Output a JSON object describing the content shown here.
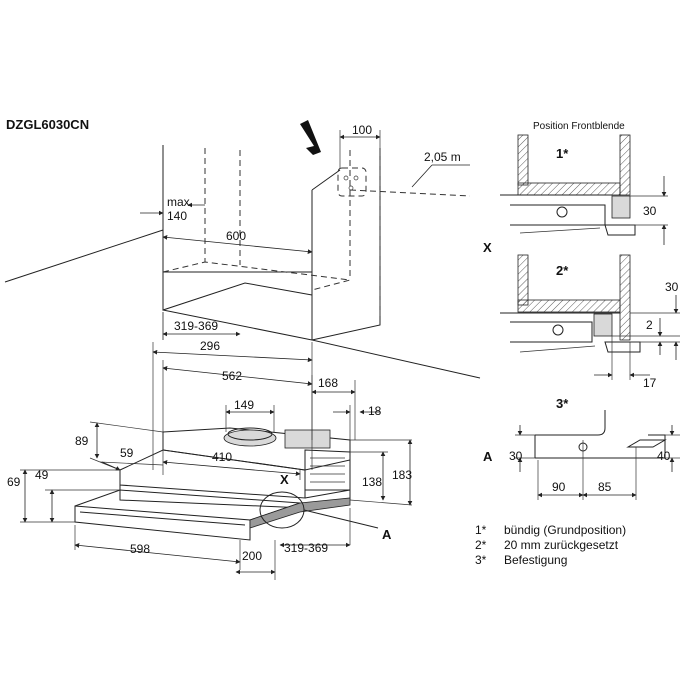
{
  "title": "DZGL6030CN",
  "position_heading": "Position Frontblende",
  "markers": {
    "x": "X",
    "a": "A",
    "p1": "1*",
    "p2": "2*",
    "p3": "3*"
  },
  "room": {
    "dim_100": "100",
    "dim_205": "2,05 m",
    "dim_max": "max.",
    "dim_140": "140",
    "dim_600": "600",
    "dim_319_369_top": "319-369"
  },
  "unit": {
    "dim_296": "296",
    "dim_562": "562",
    "dim_168": "168",
    "dim_149": "149",
    "dim_18": "18",
    "dim_89": "89",
    "dim_59": "59",
    "dim_410": "410",
    "dim_183": "183",
    "dim_138": "138",
    "dim_69": "69",
    "dim_49": "49",
    "dim_598": "598",
    "dim_200": "200",
    "dim_319_369_bottom": "319-369"
  },
  "detail1": {
    "dim_30": "30"
  },
  "detail2": {
    "dim_30": "30",
    "dim_2": "2",
    "dim_17": "17"
  },
  "detail3": {
    "dim_30_left": "30",
    "dim_40": "40",
    "dim_90": "90",
    "dim_85": "85"
  },
  "legend": [
    {
      "key": "1*",
      "text": "bündig (Grundposition)"
    },
    {
      "key": "2*",
      "text": "20 mm zurückgesetzt"
    },
    {
      "key": "3*",
      "text": "Befestigung"
    }
  ]
}
